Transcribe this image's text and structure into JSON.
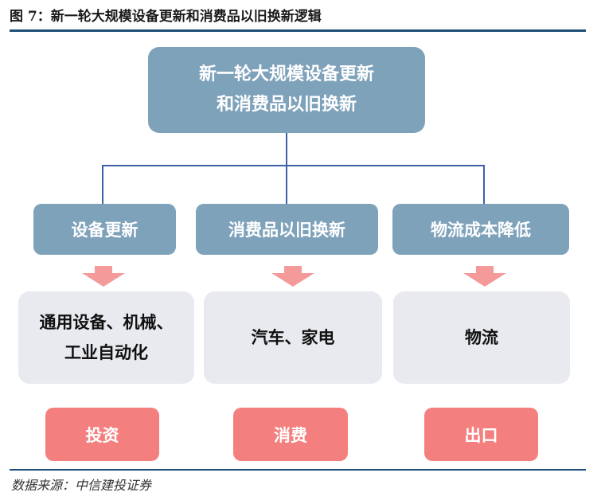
{
  "title": "图 7：新一轮大规模设备更新和消费品以旧换新逻辑",
  "top_box": {
    "line1": "新一轮大规模设备更新",
    "line2": "和消费品以旧换新"
  },
  "categories": [
    {
      "label": "设备更新"
    },
    {
      "label": "消费品以旧换新"
    },
    {
      "label": "物流成本降低"
    }
  ],
  "details": [
    {
      "line1": "通用设备、机械、",
      "line2": "工业自动化"
    },
    {
      "line1": "汽车、家电",
      "line2": ""
    },
    {
      "line1": "物流",
      "line2": ""
    }
  ],
  "outcomes": [
    {
      "label": "投资"
    },
    {
      "label": "消费"
    },
    {
      "label": "出口"
    }
  ],
  "source": "数据来源：中信建投证券",
  "colors": {
    "node": "#7fa2bb",
    "detail": "#e8eaef",
    "outcome": "#f47f7f",
    "arrow": "#f49a9a",
    "connector": "#3f5fa8",
    "rule": "#1f4e79"
  }
}
